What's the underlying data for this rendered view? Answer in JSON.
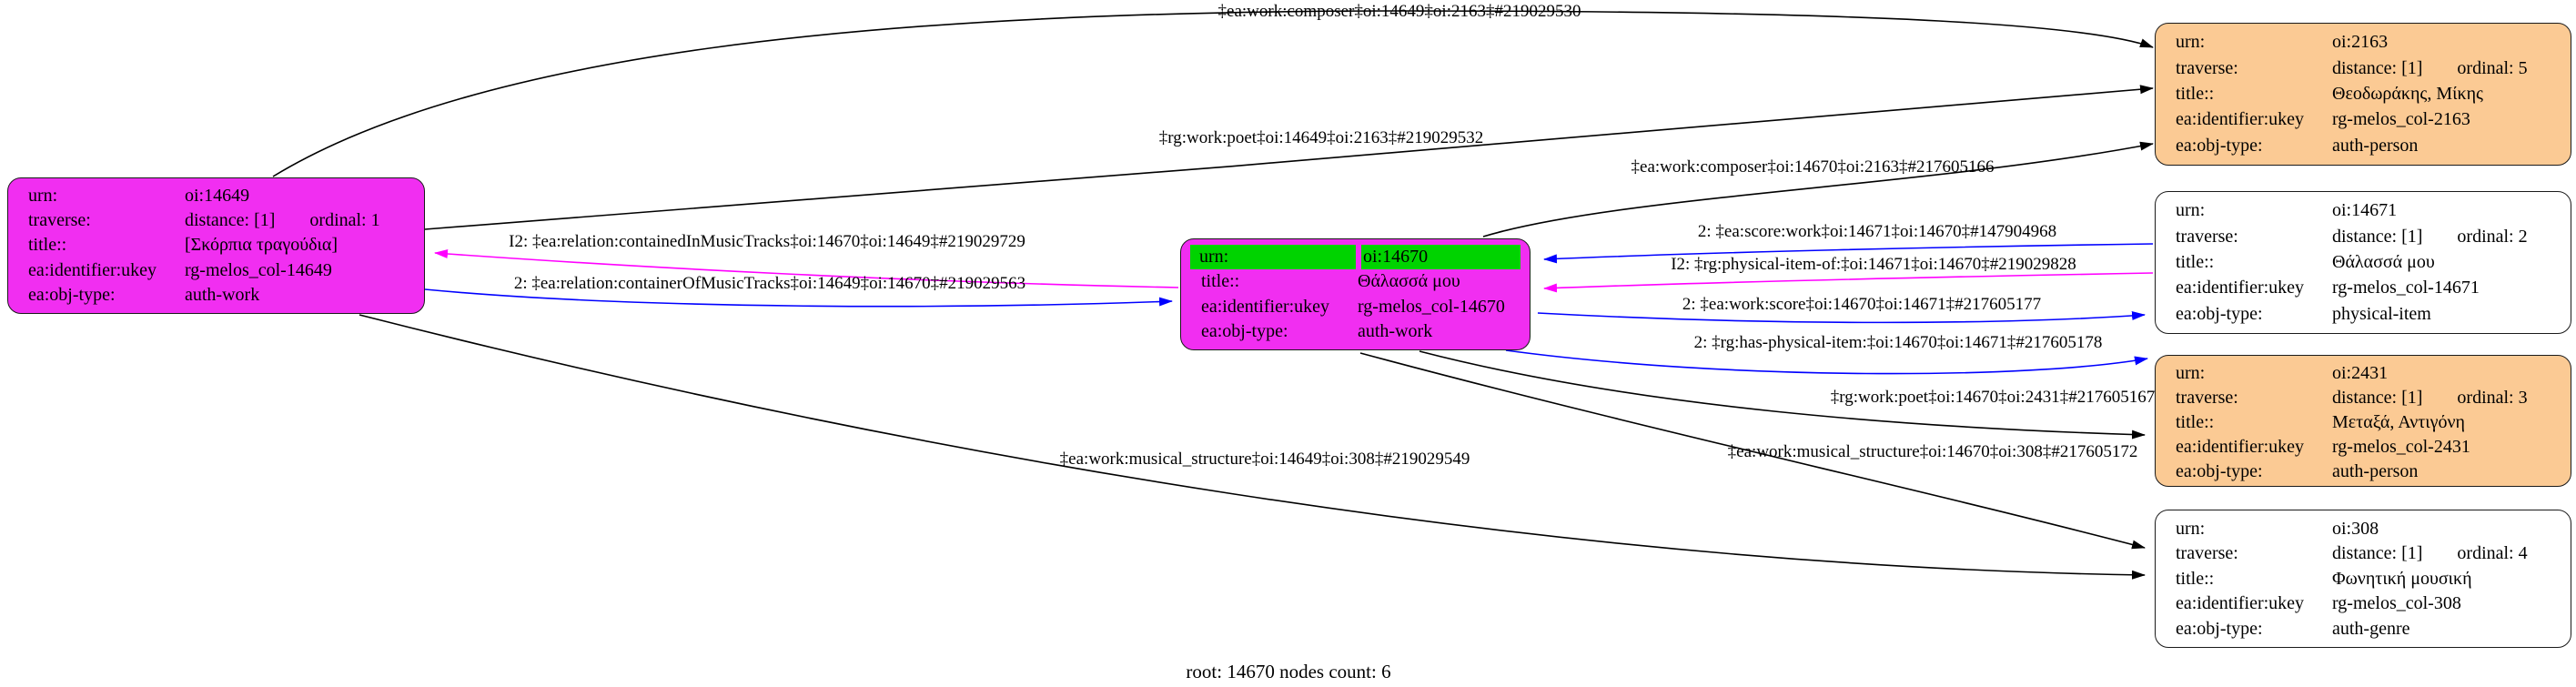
{
  "canvas": {
    "caption": "root: 14670 nodes count: 6"
  },
  "colors": {
    "work_node_fill": "#f12ef1",
    "person_node_fill": "#fbca94",
    "plain_node_fill": "#ffffff",
    "root_highlight_fill": "#00d300",
    "edge_black": "#000000",
    "edge_blue": "#0000ff",
    "edge_magenta": "#ff00ff"
  },
  "nodes": {
    "n14649": {
      "rows": [
        {
          "key": "urn:",
          "value": "oi:14649"
        },
        {
          "key": "traverse:",
          "value": "distance: [1]",
          "extra": "ordinal: 1"
        },
        {
          "key": "title::",
          "value": "[Σκόρπια τραγούδια]"
        },
        {
          "key": "ea:identifier:ukey",
          "value": "rg-melos_col-14649"
        },
        {
          "key": "ea:obj-type:",
          "value": "auth-work"
        }
      ]
    },
    "n14670": {
      "rows": [
        {
          "key": "urn:",
          "value": "oi:14670"
        },
        {
          "key": "title::",
          "value": "Θάλασσά μου"
        },
        {
          "key": "ea:identifier:ukey",
          "value": "rg-melos_col-14670"
        },
        {
          "key": "ea:obj-type:",
          "value": "auth-work"
        }
      ]
    },
    "n2163": {
      "rows": [
        {
          "key": "urn:",
          "value": "oi:2163"
        },
        {
          "key": "traverse:",
          "value": "distance: [1]",
          "extra": "ordinal: 5"
        },
        {
          "key": "title::",
          "value": "Θεοδωράκης, Μίκης"
        },
        {
          "key": "ea:identifier:ukey",
          "value": "rg-melos_col-2163"
        },
        {
          "key": "ea:obj-type:",
          "value": "auth-person"
        }
      ]
    },
    "n14671": {
      "rows": [
        {
          "key": "urn:",
          "value": "oi:14671"
        },
        {
          "key": "traverse:",
          "value": "distance: [1]",
          "extra": "ordinal: 2"
        },
        {
          "key": "title::",
          "value": "Θάλασσά μου"
        },
        {
          "key": "ea:identifier:ukey",
          "value": "rg-melos_col-14671"
        },
        {
          "key": "ea:obj-type:",
          "value": "physical-item"
        }
      ]
    },
    "n2431": {
      "rows": [
        {
          "key": "urn:",
          "value": "oi:2431"
        },
        {
          "key": "traverse:",
          "value": "distance: [1]",
          "extra": "ordinal: 3"
        },
        {
          "key": "title::",
          "value": "Μεταξά, Αντιγόνη"
        },
        {
          "key": "ea:identifier:ukey",
          "value": "rg-melos_col-2431"
        },
        {
          "key": "ea:obj-type:",
          "value": "auth-person"
        }
      ]
    },
    "n308": {
      "rows": [
        {
          "key": "urn:",
          "value": "oi:308"
        },
        {
          "key": "traverse:",
          "value": "distance: [1]",
          "extra": "ordinal: 4"
        },
        {
          "key": "title::",
          "value": "Φωνητική μουσική"
        },
        {
          "key": "ea:identifier:ukey",
          "value": "rg-melos_col-308"
        },
        {
          "key": "ea:obj-type:",
          "value": "auth-genre"
        }
      ]
    }
  },
  "edges": [
    {
      "label": "‡ea:work:composer‡oi:14649‡oi:2163‡#219029530",
      "color": "black"
    },
    {
      "label": "‡rg:work:poet‡oi:14649‡oi:2163‡#219029532",
      "color": "black"
    },
    {
      "label": "‡ea:work:composer‡oi:14670‡oi:2163‡#217605166",
      "color": "black"
    },
    {
      "label": "I2: ‡ea:relation:containedInMusicTracks‡oi:14670‡oi:14649‡#219029729",
      "color": "magenta"
    },
    {
      "label": "2: ‡ea:relation:containerOfMusicTracks‡oi:14649‡oi:14670‡#219029563",
      "color": "blue"
    },
    {
      "label": "2: ‡ea:score:work‡oi:14671‡oi:14670‡#147904968",
      "color": "blue"
    },
    {
      "label": "I2: ‡rg:physical-item-of:‡oi:14671‡oi:14670‡#219029828",
      "color": "magenta"
    },
    {
      "label": "2: ‡ea:work:score‡oi:14670‡oi:14671‡#217605177",
      "color": "blue"
    },
    {
      "label": "2: ‡rg:has-physical-item:‡oi:14670‡oi:14671‡#217605178",
      "color": "blue"
    },
    {
      "label": "‡rg:work:poet‡oi:14670‡oi:2431‡#217605167",
      "color": "black"
    },
    {
      "label": "‡ea:work:musical_structure‡oi:14670‡oi:308‡#217605172",
      "color": "black"
    },
    {
      "label": "‡ea:work:musical_structure‡oi:14649‡oi:308‡#219029549",
      "color": "black"
    }
  ]
}
